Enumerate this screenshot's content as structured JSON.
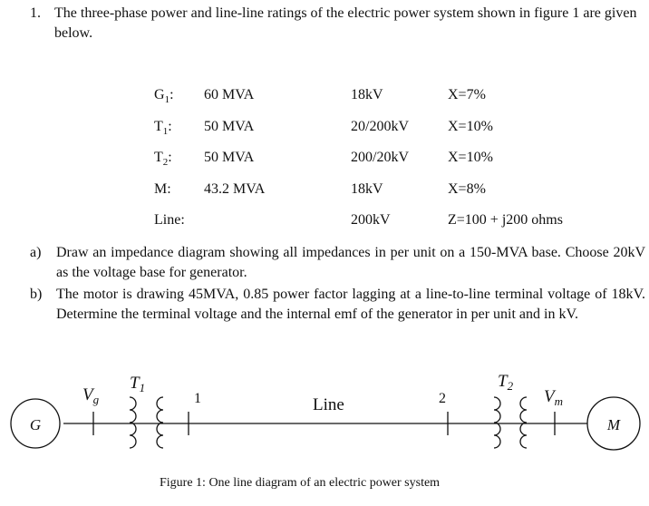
{
  "question": {
    "number": "1.",
    "text": "The three-phase power and line-line ratings of the electric power system shown in figure 1 are given below."
  },
  "ratings": [
    {
      "name": "G",
      "sub": "1",
      "sep": ":",
      "power": "60 MVA",
      "voltage": "18kV",
      "param": "X=7%"
    },
    {
      "name": "T",
      "sub": "1",
      "sep": ":",
      "power": "50 MVA",
      "voltage": "20/200kV",
      "param": "X=10%"
    },
    {
      "name": "T",
      "sub": "2",
      "sep": ":",
      "power": "50 MVA",
      "voltage": "200/20kV",
      "param": "X=10%"
    },
    {
      "name": "M",
      "sub": "",
      "sep": ":",
      "power": "43.2 MVA",
      "voltage": "18kV",
      "param": "X=8%"
    },
    {
      "name": "Line",
      "sub": "",
      "sep": ":",
      "power": "",
      "voltage": "200kV",
      "param": "Z=100 + j200 ohms"
    }
  ],
  "parts": [
    {
      "label": "a)",
      "text": "Draw an impedance diagram showing all impedances in per unit on a 150-MVA base. Choose 20kV as the voltage base for generator."
    },
    {
      "label": "b)",
      "text": "The motor is drawing 45MVA, 0.85 power factor lagging at a line-to-line terminal voltage of 18kV. Determine the terminal voltage and the internal emf of the generator in per unit and in kV."
    }
  ],
  "diagram": {
    "generator_label": "G",
    "motor_label": "M",
    "vg_main": "V",
    "vg_sub": "g",
    "vm_main": "V",
    "vm_sub": "m",
    "t1_main": "T",
    "t1_sub": "1",
    "t2_main": "T",
    "t2_sub": "2",
    "bus1": "1",
    "bus2": "2",
    "line_label": "Line",
    "caption": "Figure 1: One line diagram of an electric power system"
  }
}
